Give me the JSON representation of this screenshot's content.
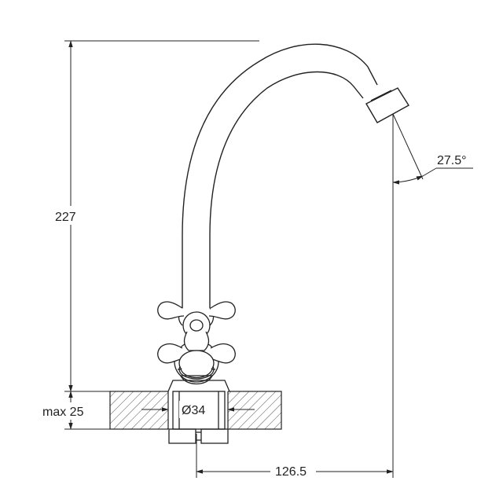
{
  "dimensions": {
    "total_height": "227",
    "deck_thickness": "max 25",
    "shank_diameter": "Ø34",
    "reach": "126.5",
    "spout_angle": "27.5°"
  },
  "colors": {
    "line": "#222222",
    "hatch": "#555555"
  }
}
